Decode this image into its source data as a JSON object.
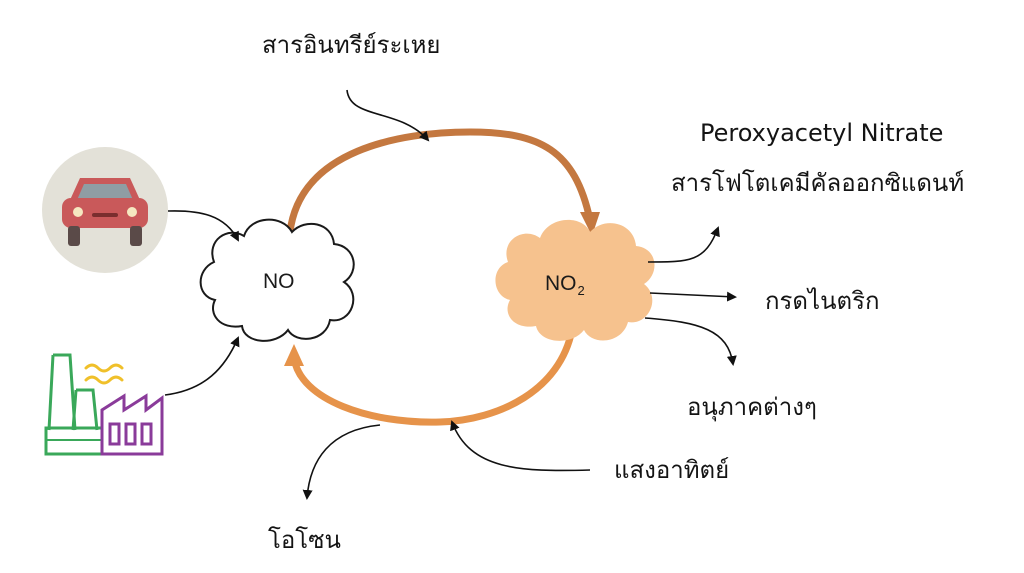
{
  "labels": {
    "organic_compounds": "สารอินทรีย์ระเหย",
    "pan": "Peroxyacetyl Nitrate",
    "photochemical_oxidants": "สารโฟโตเคมีคัลออกซิแดนท์",
    "nitric_acid": "กรดไนตริก",
    "particles": "อนุภาคต่างๆ",
    "sunlight": "แสงอาทิตย์",
    "ozone": "โอโซน"
  },
  "nodes": {
    "no": {
      "label": "NO"
    },
    "no2": {
      "label": "NO",
      "subscript": "2"
    }
  },
  "icons": {
    "car": "car-icon",
    "factory": "factory-icon",
    "heat": "heat-waves-icon"
  },
  "colors": {
    "top_arc": "#c47840",
    "bottom_arc": "#e6934a",
    "no2_cloud": "#f6c28e",
    "car_body": "#c9595a",
    "car_circle": "#e3e1d8",
    "factory_green": "#3aa85a",
    "factory_purple": "#8a3b9a",
    "heat_yellow": "#f0c02a"
  }
}
